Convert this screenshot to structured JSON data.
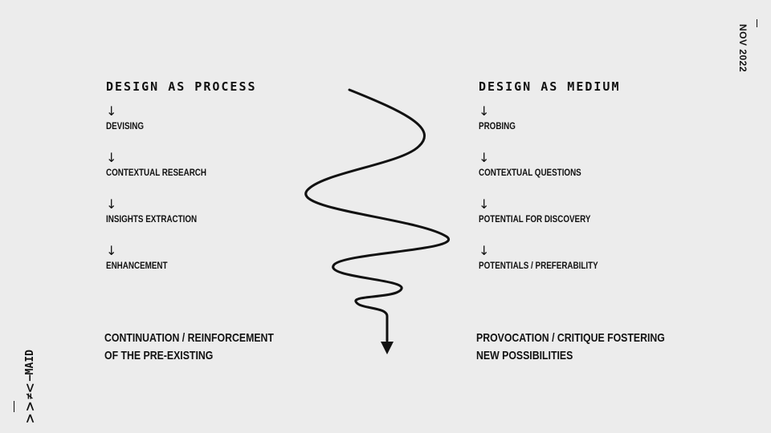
{
  "date": "NOV 2022",
  "logo": "ᐯᐯ≠ᐱ—MAID",
  "left": {
    "title": "DESIGN AS PROCESS",
    "arrow": "↓",
    "items": [
      "DEVISING",
      "CONTEXTUAL RESEARCH",
      "INSIGHTS EXTRACTION",
      "ENHANCEMENT"
    ],
    "conclusion_line1": "CONTINUATION / REINFORCEMENT",
    "conclusion_line2": "OF THE PRE-EXISTING"
  },
  "right": {
    "title": "DESIGN AS MEDIUM",
    "arrow": "↓",
    "items": [
      "PROBING",
      "CONTEXTUAL QUESTIONS",
      "POTENTIAL FOR DISCOVERY",
      "POTENTIALS / PREFERABILITY"
    ],
    "conclusion_line1": "PROVOCATION / CRITIQUE FOSTERING",
    "conclusion_line2": "NEW POSSIBILITIES"
  }
}
